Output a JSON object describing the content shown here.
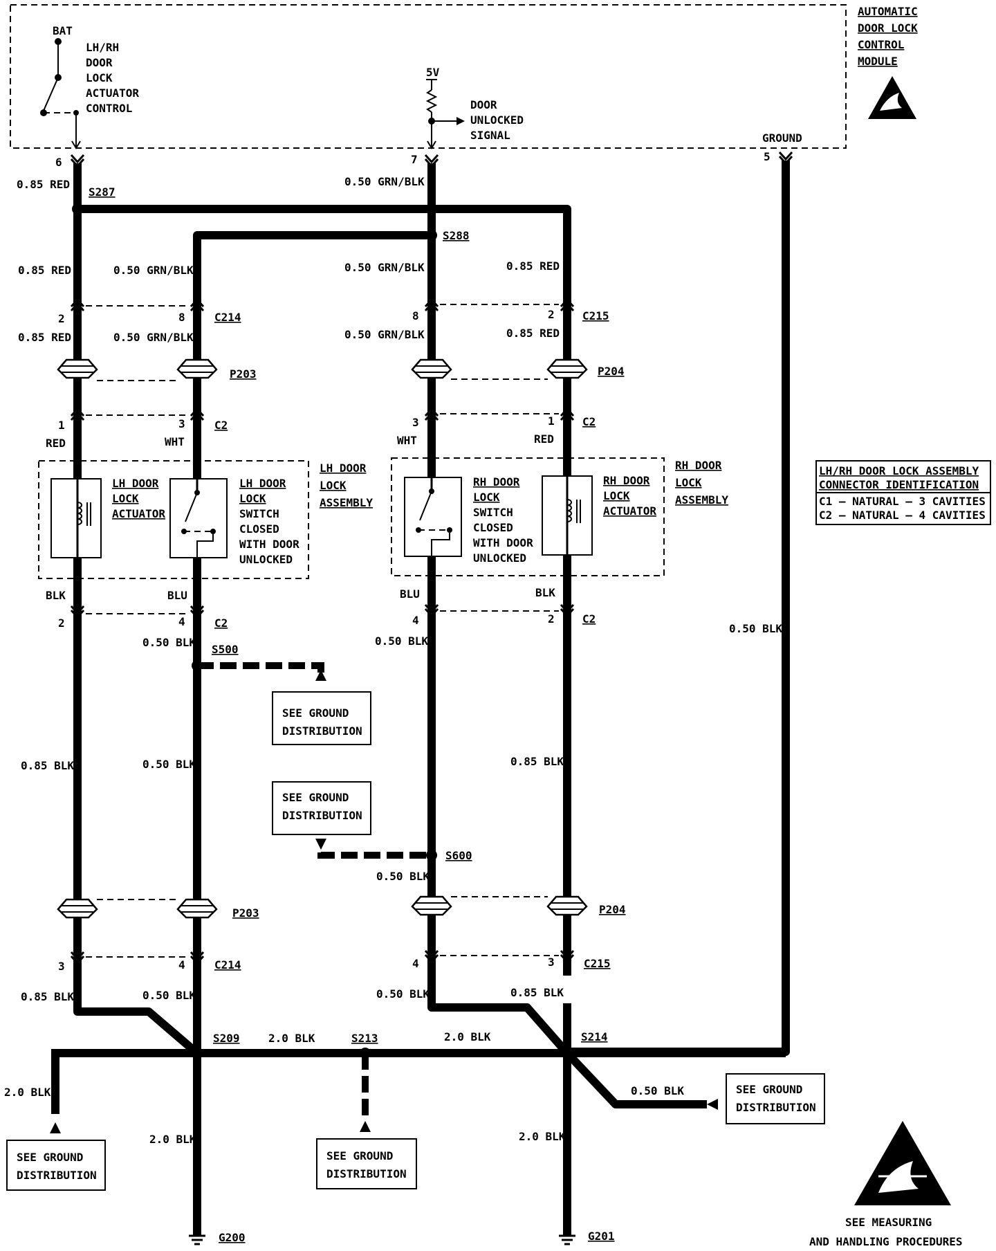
{
  "module": {
    "title_lines": [
      "AUTOMATIC",
      "DOOR LOCK",
      "CONTROL",
      "MODULE"
    ],
    "bat": "BAT",
    "control_lines": [
      "LH/RH",
      "DOOR",
      "LOCK",
      "ACTUATOR",
      "CONTROL"
    ],
    "v5": "5V",
    "signal_lines": [
      "DOOR",
      "UNLOCKED",
      "SIGNAL"
    ],
    "ground": "GROUND",
    "pins": {
      "p6": "6",
      "p7": "7",
      "p5": "5"
    }
  },
  "wires": {
    "red085": "0.85 RED",
    "grnblk050": "0.50 GRN/BLK",
    "red": "RED",
    "wht": "WHT",
    "blk": "BLK",
    "blu": "BLU",
    "blk050": "0.50 BLK",
    "blk085": "0.85 BLK",
    "blk20": "2.0 BLK"
  },
  "splices": {
    "s287": "S287",
    "s288": "S288",
    "s500": "S500",
    "s600": "S600",
    "s209": "S209",
    "s213": "S213",
    "s214": "S214"
  },
  "connectors": {
    "c214": "C214",
    "c215": "C215",
    "c2": "C2",
    "p203": "P203",
    "p204": "P204"
  },
  "pins": {
    "one": "1",
    "two": "2",
    "three": "3",
    "four": "4",
    "eight": "8"
  },
  "grounds": {
    "g200": "G200",
    "g201": "G201"
  },
  "lh_assembly": {
    "title_lines": [
      "LH DOOR",
      "LOCK",
      "ASSEMBLY"
    ],
    "actuator_lines": [
      "LH DOOR",
      "LOCK",
      "ACTUATOR"
    ],
    "switch_lines": [
      "LH DOOR",
      "LOCK",
      "SWITCH",
      "CLOSED",
      "WITH DOOR",
      "UNLOCKED"
    ]
  },
  "rh_assembly": {
    "title_lines": [
      "RH DOOR",
      "LOCK",
      "ASSEMBLY"
    ],
    "actuator_lines": [
      "RH DOOR",
      "LOCK",
      "ACTUATOR"
    ],
    "switch_lines": [
      "RH DOOR",
      "LOCK",
      "SWITCH",
      "CLOSED",
      "WITH DOOR",
      "UNLOCKED"
    ]
  },
  "ground_ref": {
    "lines": [
      "SEE GROUND",
      "DISTRIBUTION"
    ]
  },
  "connector_id": {
    "title_lines": [
      "LH/RH DOOR LOCK ASSEMBLY",
      "CONNECTOR IDENTIFICATION"
    ],
    "rows": [
      "C1 – NATURAL – 3 CAVITIES",
      "C2 – NATURAL – 4 CAVITIES"
    ]
  },
  "esd_note": {
    "lines": [
      "SEE MEASURING",
      "AND HANDLING PROCEDURES"
    ]
  }
}
